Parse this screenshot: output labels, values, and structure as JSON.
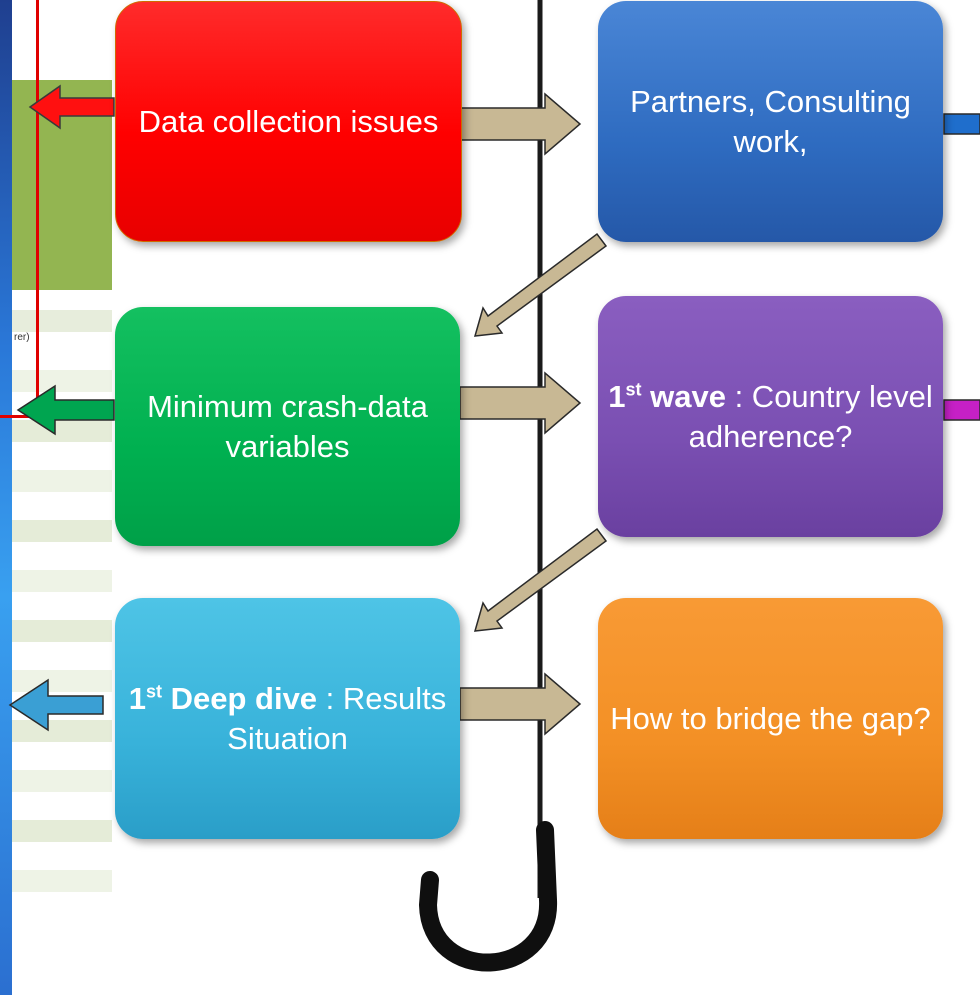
{
  "colors": {
    "red": "#ff0000",
    "blue": "#2e6bc0",
    "green": "#00b050",
    "purple": "#7030a0",
    "cyan": "#3bb6dc",
    "orange": "#f39025",
    "tan_arrow": "#c9b99a"
  },
  "boxes": {
    "data_collection": {
      "text": "Data collection issues"
    },
    "partners": {
      "text": "Partners, Consulting work,"
    },
    "minimum_crash": {
      "text": "Minimum crash-data variables"
    },
    "first_wave": {
      "num": "1",
      "sup": "st",
      "bold": " wave",
      "rest": " : Country level adherence?"
    },
    "deep_dive": {
      "num": "1",
      "sup": "st",
      "bold": " Deep dive",
      "rest": " : Results Situation"
    },
    "bridge_gap": {
      "text": "How to bridge the gap?"
    }
  },
  "background_table": {
    "cell_text": "rer)"
  }
}
